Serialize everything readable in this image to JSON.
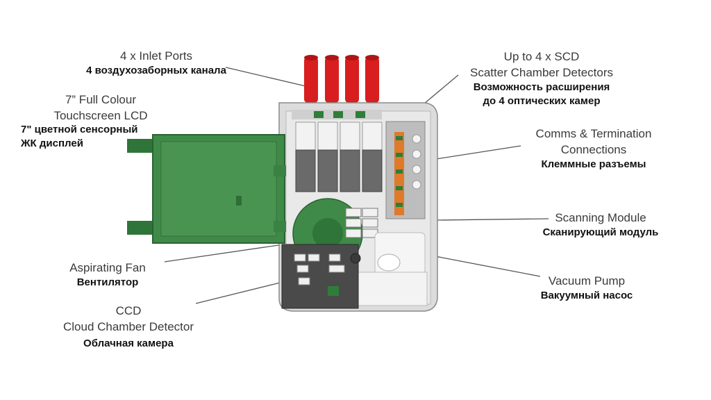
{
  "labels": {
    "inlet_ports": {
      "en": "4 x Inlet Ports",
      "ru": "4 воздухозаборных канала"
    },
    "scd": {
      "en1": "Up to 4 x SCD",
      "en2": "Scatter Chamber Detectors",
      "ru1": "Возможность расширения",
      "ru2": "до 4 оптических камер"
    },
    "lcd": {
      "en1": "7” Full Colour",
      "en2": "Touchscreen LCD",
      "ru1": "7\" цветной сенсорный",
      "ru2": "ЖК  дисплей"
    },
    "comms": {
      "en1": "Comms & Termination",
      "en2": "Connections",
      "ru": "Клеммные разъемы"
    },
    "scanning": {
      "en": "Scanning Module",
      "ru": "Сканирующий модуль"
    },
    "fan": {
      "en": "Aspirating Fan",
      "ru": "Вентилятор"
    },
    "pump": {
      "en": "Vacuum Pump",
      "ru": "Вакуумный насос"
    },
    "ccd": {
      "en1": "CCD",
      "en2": "Cloud Chamber Detector",
      "ru": "Облачная камера"
    }
  },
  "colors": {
    "pipe_red": "#d81e1e",
    "door_green": "#3f8a48",
    "enclosure_grey": "#dcdcdc",
    "module_grey": "#6a6a6a",
    "terminal_orange": "#e07a2a"
  }
}
